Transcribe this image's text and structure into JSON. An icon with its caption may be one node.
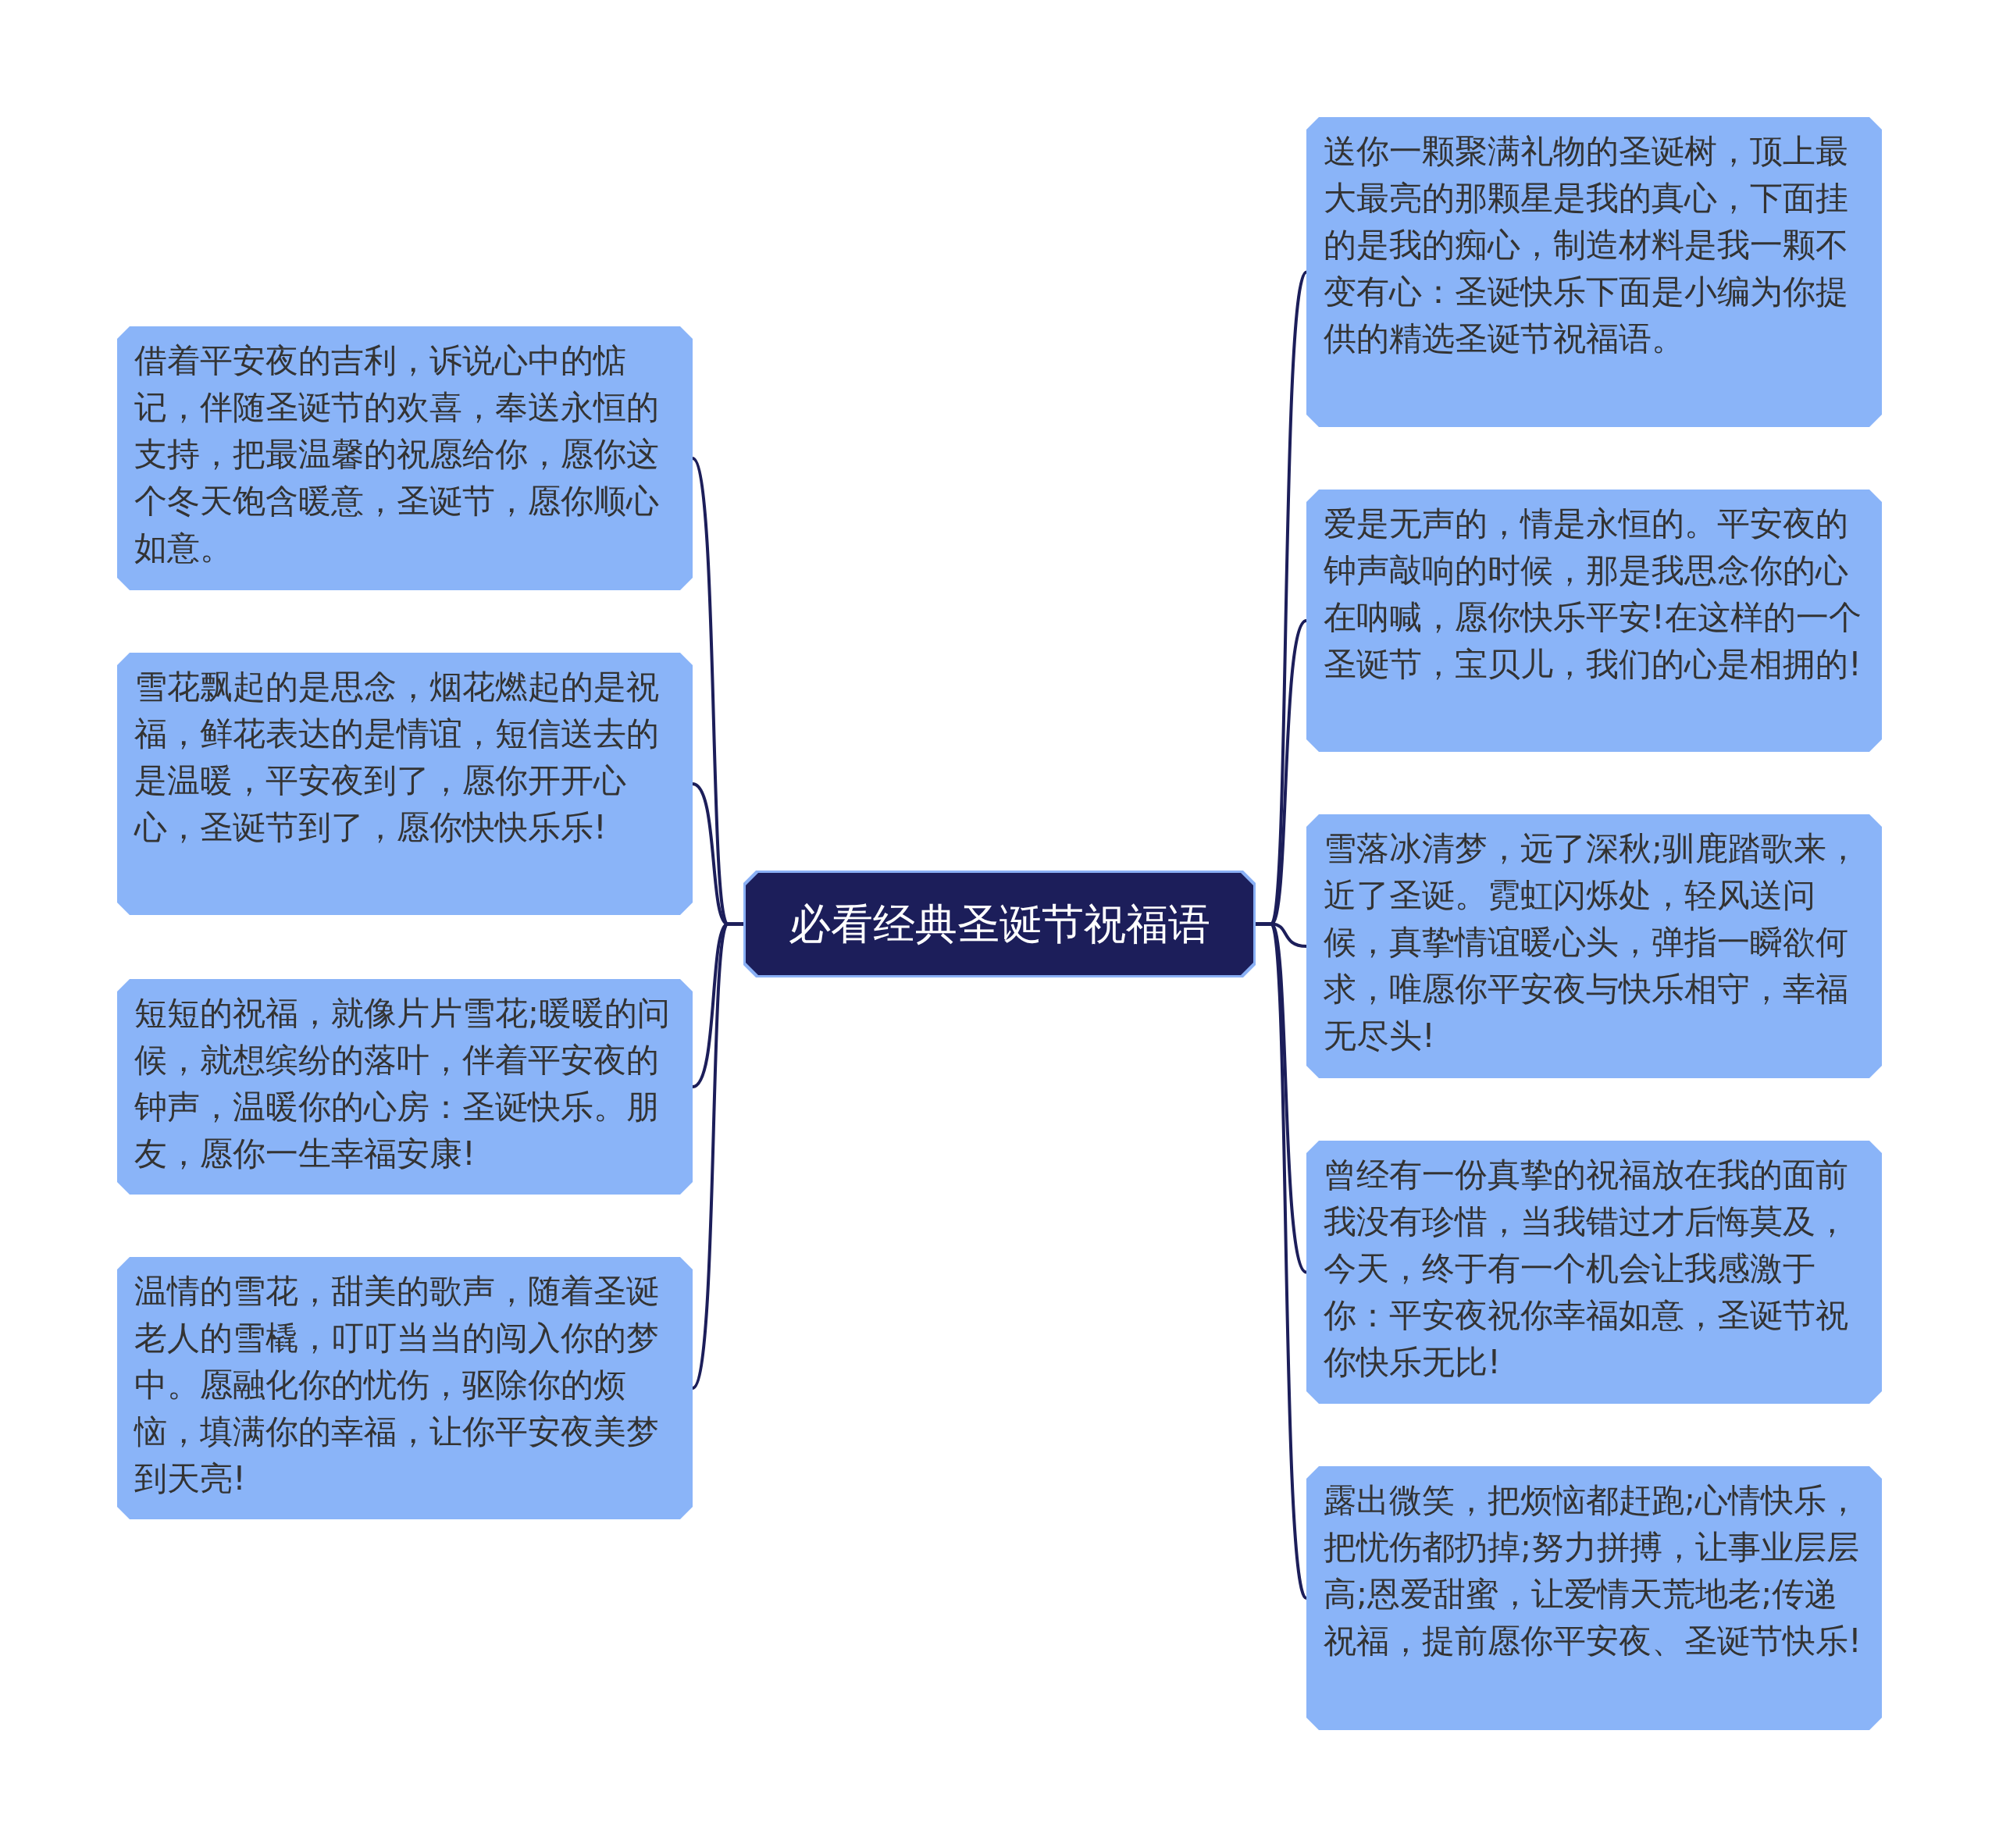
{
  "diagram": {
    "nodes": [
      {
        "text": [
          "必看经典圣诞节祝福语"
        ]
      },
      {
        "text": [
          "借着平安夜的吉利，诉说心中的惦记，伴随圣诞节的欢喜，奉送永恒的支持，把最温馨的祝愿给你，愿你这个冬天饱含暖意，圣诞节，愿你顺心如意。"
        ]
      },
      {
        "text": [
          "雪花飘起的是思念，烟花燃起的是祝福，鲜花表达的是情谊，短信送去的是温暖，平安夜到了，愿你开开心心，圣诞节到了，愿你快快乐乐!"
        ]
      },
      {
        "text": [
          "短短的祝福，就像片片雪花;暖暖的问候，就想缤纷的落叶，伴着平安夜的钟声，温暖你的心房：圣诞快乐。朋友，愿你一生幸福安康!"
        ]
      },
      {
        "text": [
          "温情的雪花，甜美的歌声，随着圣诞老人的雪橇，叮叮当当的闯入你的梦中。愿融化你的忧伤，驱除你的烦恼，填满你的幸福，让你平安夜美梦到天亮!"
        ]
      },
      {
        "text": [
          "送你一颗聚满礼物的圣诞树，顶上最大最亮的那颗星是我的真心，下面挂的是我的痴心，制造材料是我一颗不变有心：圣诞快乐下面是小编为你提供的精选圣诞节祝福语。"
        ]
      },
      {
        "text": [
          "爱是无声的，情是永恒的。平安夜的钟声敲响的时候，那是我思念你的心在呐喊，愿你快乐平安!在这样的一个圣诞节，宝贝儿，我们的心是相拥的!"
        ]
      },
      {
        "text": [
          "雪落冰清梦，远了深秋;驯鹿踏歌来，近了圣诞。霓虹闪烁处，轻风送问候，真挚情谊暖心头，弹指一瞬欲何求，唯愿你平安夜与快乐相守，幸福无尽头!"
        ]
      },
      {
        "text": [
          "曾经有一份真挚的祝福放在我的面前我没有珍惜，当我错过才后悔莫及，今天，终于有一个机会让我感激于你：平安夜祝你幸福如意，圣诞节祝你快乐无比!"
        ]
      },
      {
        "text": [
          "露出微笑，把烦恼都赶跑;心情快乐，把忧伤都扔掉;努力拼搏，让事业层层高;恩爱甜蜜，让爱情天荒地老;传递祝福，提前愿你平安夜、圣诞节快乐!"
        ]
      }
    ],
    "edges": [
      {
        "from": 0,
        "to": 1,
        "arrow": "none"
      },
      {
        "from": 0,
        "to": 2,
        "arrow": "none"
      },
      {
        "from": 0,
        "to": 3,
        "arrow": "none"
      },
      {
        "from": 0,
        "to": 4,
        "arrow": "none"
      },
      {
        "from": 0,
        "to": 5,
        "arrow": "none"
      },
      {
        "from": 0,
        "to": 6,
        "arrow": "none"
      },
      {
        "from": 0,
        "to": 7,
        "arrow": "none"
      },
      {
        "from": 0,
        "to": 8,
        "arrow": "none"
      },
      {
        "from": 0,
        "to": 9,
        "arrow": "none"
      }
    ]
  }
}
